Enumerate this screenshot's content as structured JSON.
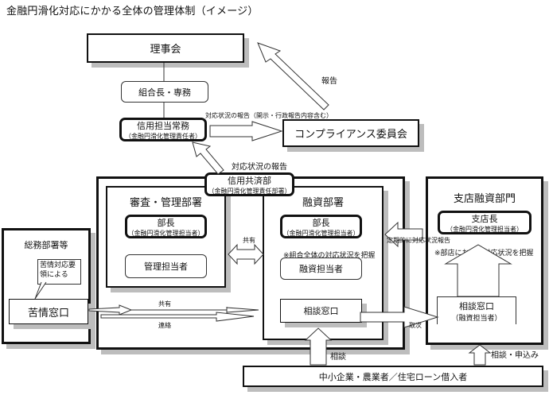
{
  "title": "金融円滑化対応にかかる全体の管理体制（イメージ）",
  "nodes": {
    "board": "理事会",
    "president": "組合長・専務",
    "credit_director": {
      "name": "信用担当常務",
      "role": "（金融円滑化管理責任者）"
    },
    "compliance": "コンプライアンス委員会",
    "credit_dept": {
      "name": "信用共済部",
      "role": "（金融円滑化管理責任部署）"
    },
    "review_dept": {
      "title": "審査・管理部署",
      "head": {
        "name": "部長",
        "role": "（金融円滑化管理担当者）"
      },
      "staff": "管理担当者"
    },
    "loan_dept": {
      "title": "融資部署",
      "head": {
        "name": "部長",
        "role": "（金融円滑化管理担当者）"
      },
      "note": "※組合全体の対応状況を把握",
      "staff": "融資担当者",
      "window": "相談窓口"
    },
    "branch_dept": {
      "title": "支店融資部門",
      "head": {
        "name": "支店長",
        "role": "（金融円滑化管理担当者）"
      },
      "note": "※部店における対応状況を把握",
      "window": "相談窓口",
      "window_sub": "（融資担当者）"
    },
    "general_affairs": {
      "title": "総務部署等",
      "callout": "苦情対応要領による",
      "window": "苦情窓口"
    },
    "customers": "中小企業・農業者／住宅ローン借入者"
  },
  "labels": {
    "report": "報告",
    "status_report_disclosure": "対応状況の報告（開示・行政報告内容含む）",
    "status_report": "対応状況の報告",
    "share_1": "共有",
    "share_2": "共有",
    "contact": "連絡",
    "periodic_report": "定期的に対応状況報告",
    "forward": "取次",
    "consult": "相談",
    "consult_apply": "相談・申込み"
  }
}
